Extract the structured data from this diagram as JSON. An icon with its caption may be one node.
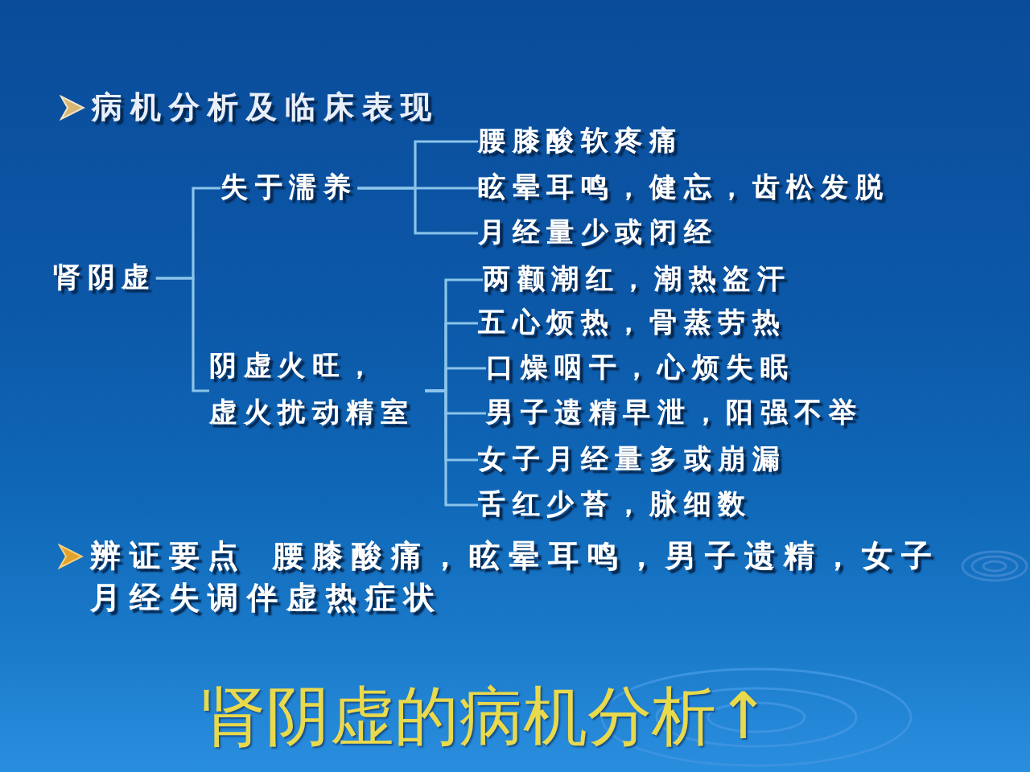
{
  "diagram": {
    "title": "病机分析及临床表现",
    "caption": "肾阴虚的病机分析↑",
    "nodes": [
      {
        "text": [
          "肾阴虚"
        ]
      },
      {
        "text": [
          "失于濡养"
        ]
      },
      {
        "text": [
          "阴虚火旺，虚火扰动精室"
        ]
      },
      {
        "text": [
          "腰膝酸软疼痛"
        ]
      },
      {
        "text": [
          "眩晕耳鸣，健忘，齿松发脱"
        ]
      },
      {
        "text": [
          "月经量少或闭经"
        ]
      },
      {
        "text": [
          "两颧潮红，潮热盗汗"
        ]
      },
      {
        "text": [
          "五心烦热，骨蒸劳热"
        ]
      },
      {
        "text": [
          "口燥咽干，心烦失眠"
        ]
      },
      {
        "text": [
          "男子遗精早泄，阳强不举"
        ]
      },
      {
        "text": [
          "女子月经量多或崩漏"
        ]
      },
      {
        "text": [
          "舌红少苔，脉细数"
        ]
      }
    ],
    "edges": [
      {
        "from": 0,
        "to": 1,
        "arrow": "none"
      },
      {
        "from": 0,
        "to": 2,
        "arrow": "none"
      },
      {
        "from": 1,
        "to": 3,
        "arrow": "none"
      },
      {
        "from": 1,
        "to": 4,
        "arrow": "none"
      },
      {
        "from": 1,
        "to": 5,
        "arrow": "none"
      },
      {
        "from": 2,
        "to": 6,
        "arrow": "none"
      },
      {
        "from": 2,
        "to": 7,
        "arrow": "none"
      },
      {
        "from": 2,
        "to": 8,
        "arrow": "none"
      },
      {
        "from": 2,
        "to": 9,
        "arrow": "none"
      },
      {
        "from": 2,
        "to": 10,
        "arrow": "none"
      },
      {
        "from": 2,
        "to": 11,
        "arrow": "none"
      }
    ],
    "labels": [
      "辨证要点 腰膝酸痛，眩晕耳鸣，男子遗精，女子月经失调伴虚热症状"
    ]
  }
}
